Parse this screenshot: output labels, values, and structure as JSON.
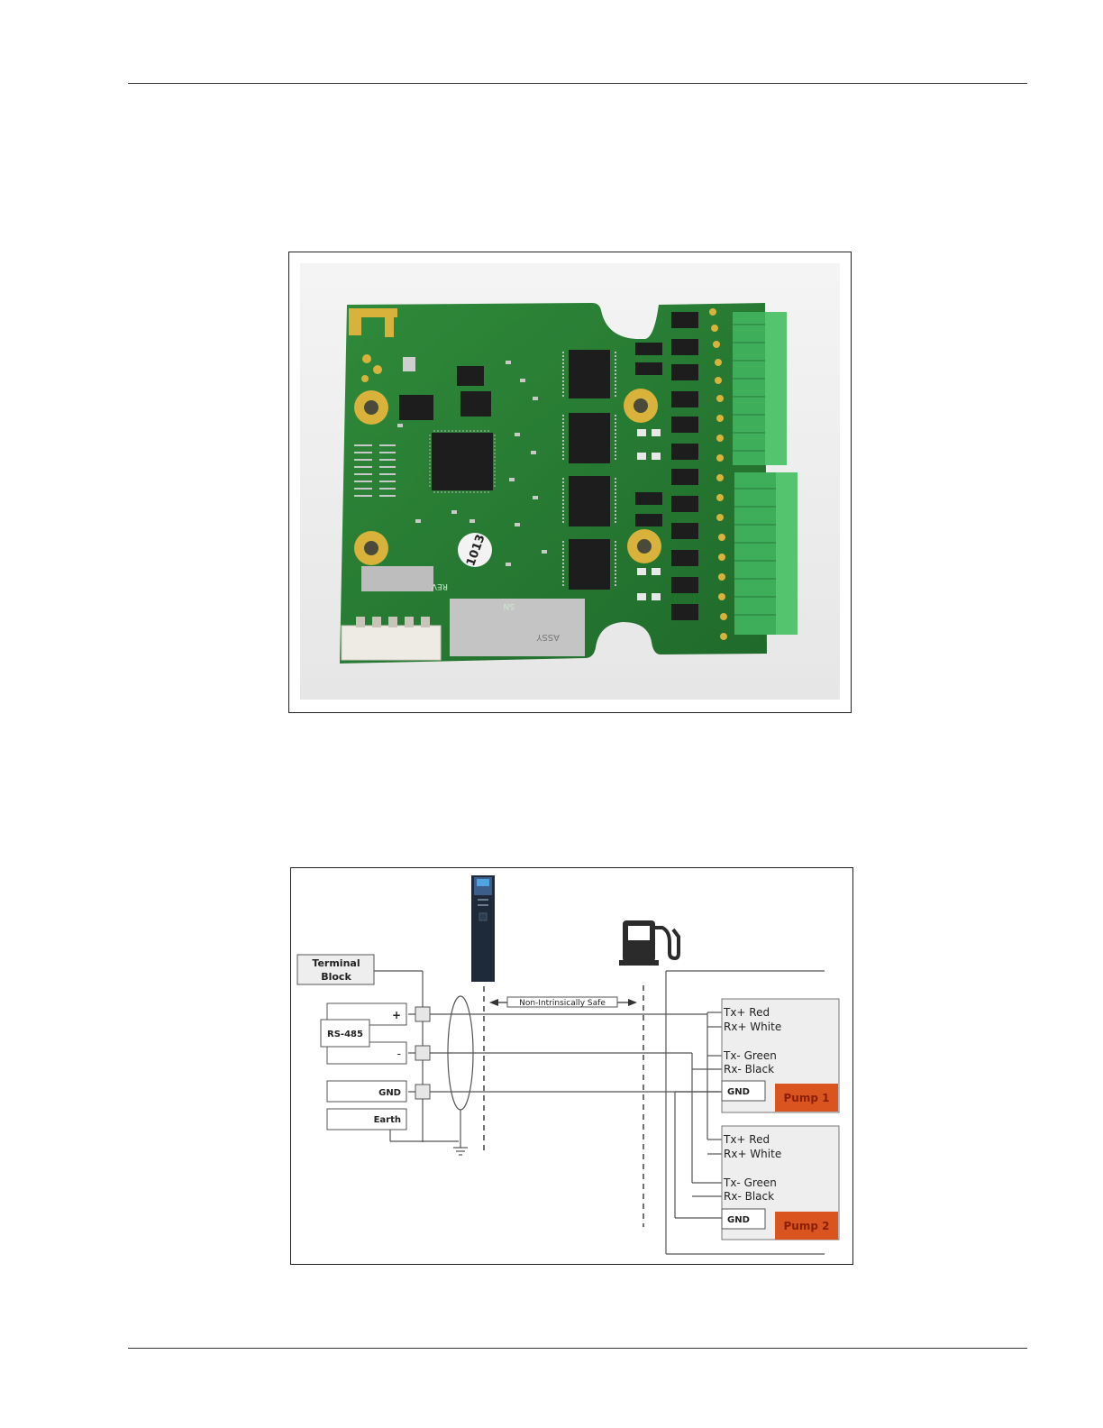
{
  "pcb_photo": {
    "board_marks": {
      "sticker": "1013",
      "rev": "REV",
      "assy": "ASSY",
      "sn": "SN"
    }
  },
  "diagram": {
    "terminal_block": "Terminal Block",
    "rs485": "RS-485",
    "plus": "+",
    "minus": "-",
    "gnd": "GND",
    "earth": "Earth",
    "non_is": "Non-Intrinsically Safe",
    "pumps": [
      {
        "label": "Pump 1",
        "wires": [
          "Tx+ Red",
          "Rx+ White",
          "Tx- Green",
          "Rx- Black"
        ],
        "gnd": "GND"
      },
      {
        "label": "Pump 2",
        "wires": [
          "Tx+ Red",
          "Rx+ White",
          "Tx- Green",
          "Rx- Black"
        ],
        "gnd": "GND"
      }
    ],
    "colors": {
      "pump_badge": "#d9541e",
      "pump_text": "#b3300c",
      "board_green": "#2e7d32",
      "terminal_green": "#3fae5a"
    }
  }
}
